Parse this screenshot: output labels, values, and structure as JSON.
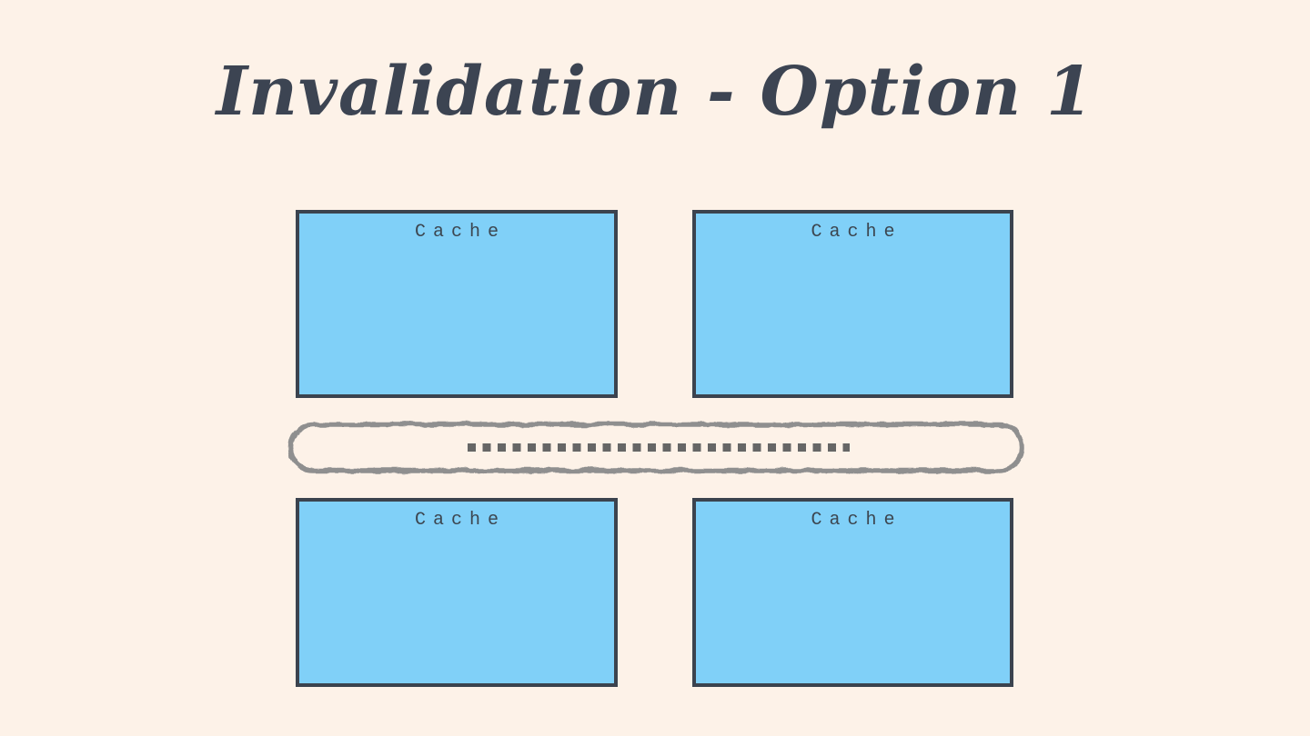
{
  "slide": {
    "title": "Invalidation - Option 1"
  },
  "diagram": {
    "caches": [
      {
        "id": "cache-top-left",
        "label": "Cache"
      },
      {
        "id": "cache-top-right",
        "label": "Cache"
      },
      {
        "id": "cache-bottom-left",
        "label": "Cache"
      },
      {
        "id": "cache-bottom-right",
        "label": "Cache"
      }
    ]
  },
  "colors": {
    "background": "#FDF2E8",
    "title_text": "#3C4452",
    "cache_fill": "#80D0F8",
    "cache_border": "#3B434E",
    "cache_label_text": "#3C4650",
    "bus_border": "#8F8F8F",
    "bus_dotted_line": "#666666",
    "connector": "#0B0B0B"
  }
}
